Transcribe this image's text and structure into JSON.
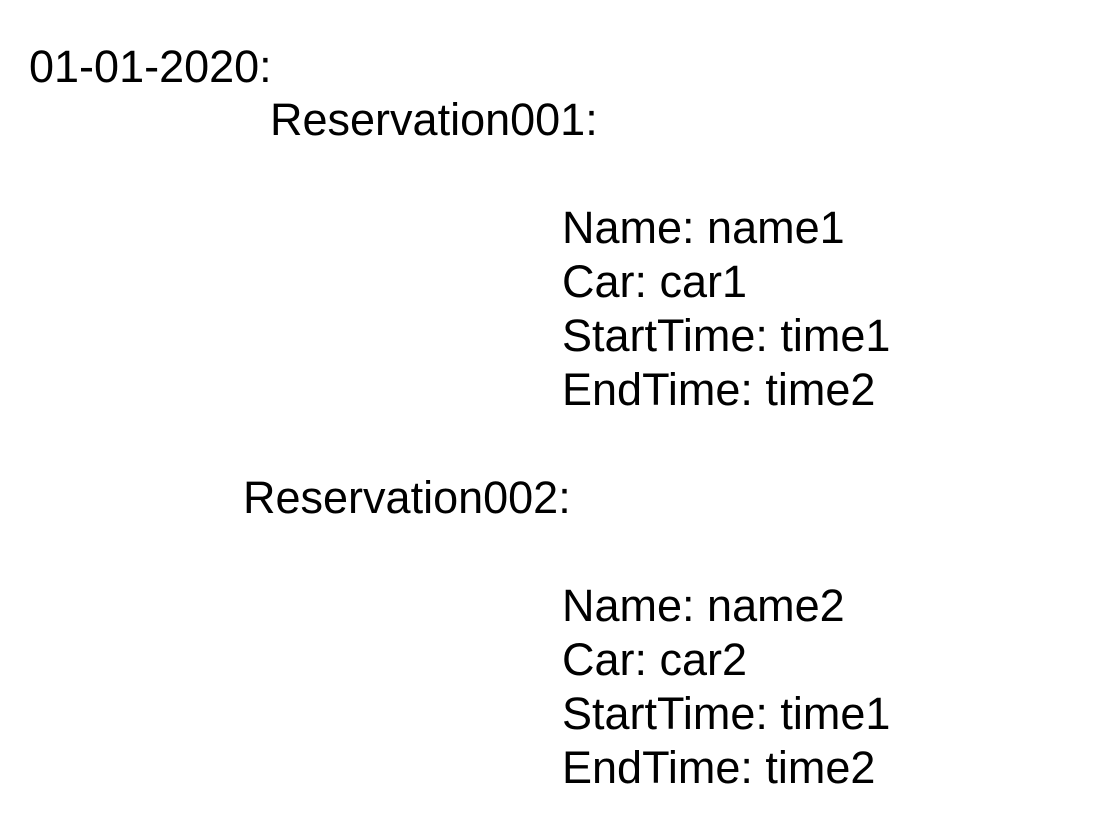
{
  "date_heading": "01-01-2020:",
  "reservations": [
    {
      "heading": "Reservation001:",
      "name": "Name: name1",
      "car": "Car: car1",
      "start_time": "StartTime: time1",
      "end_time": "EndTime: time2"
    },
    {
      "heading": "Reservation002:",
      "name": "Name: name2",
      "car": "Car: car2",
      "start_time": "StartTime: time1",
      "end_time": "EndTime: time2"
    }
  ]
}
